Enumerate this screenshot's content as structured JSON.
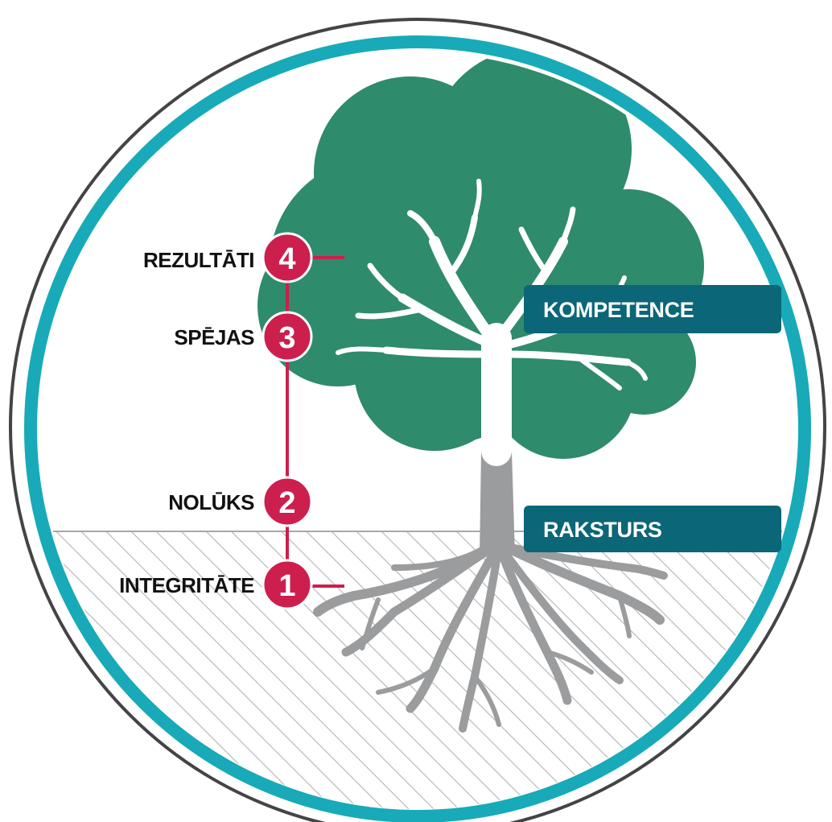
{
  "colors": {
    "ring_outer": "#444444",
    "ring_teal": "#18aab8",
    "canopy": "#2e8b6c",
    "branches": "#ffffff",
    "trunk_roots": "#9b9c9e",
    "ground_hatch": "#b3b3b3",
    "step_marker": "#cc1f4e",
    "band": "#0b6678"
  },
  "steps": [
    {
      "number": "4",
      "label": "REZULTĀTI"
    },
    {
      "number": "3",
      "label": "SPĒJAS"
    },
    {
      "number": "2",
      "label": "NOLŪKS"
    },
    {
      "number": "1",
      "label": "INTEGRITĀTE"
    }
  ],
  "bands": {
    "upper": "KOMPETENCE",
    "lower": "RAKSTURS"
  }
}
